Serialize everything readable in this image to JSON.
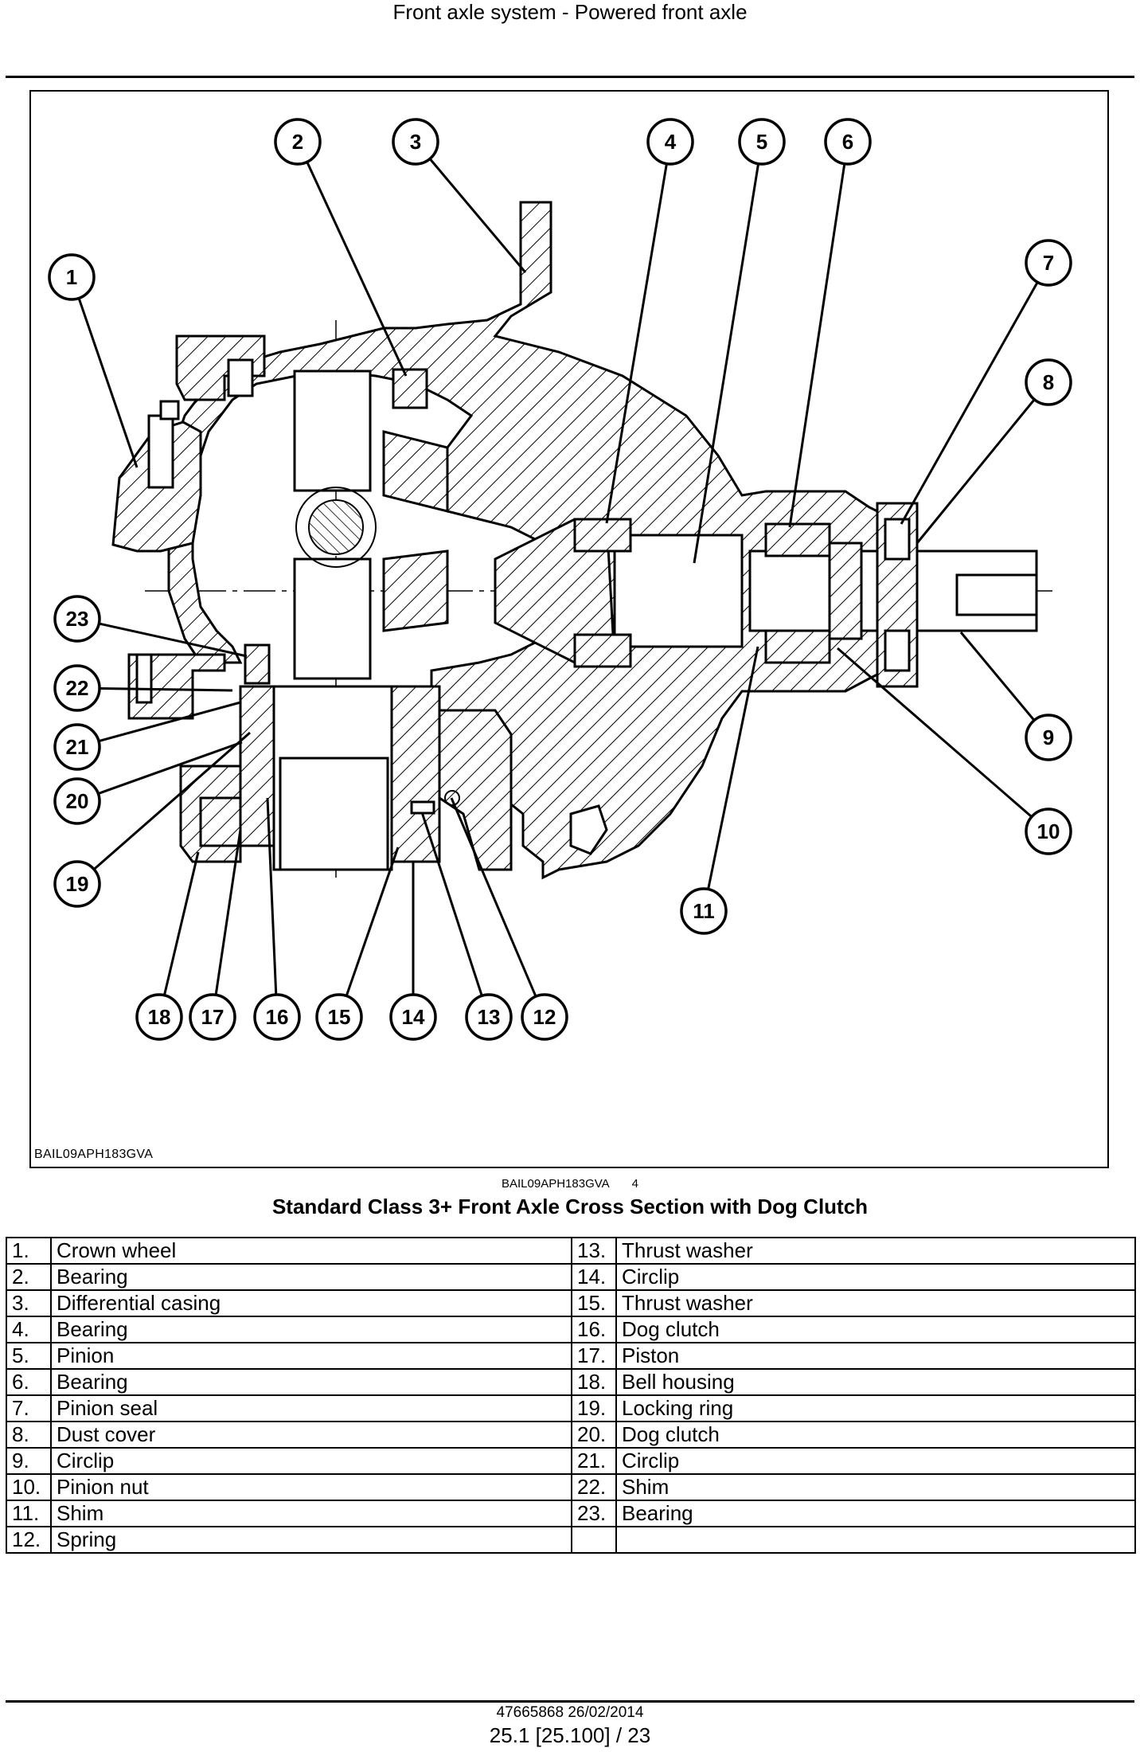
{
  "header": {
    "title": "Front axle system - Powered front axle"
  },
  "figure": {
    "frame_code": "BAIL09APH183GVA",
    "ref_code": "BAIL09APH183GVA",
    "ref_number": "4",
    "caption": "Standard Class 3+ Front Axle Cross Section with Dog Clutch",
    "callouts": [
      "1",
      "2",
      "3",
      "4",
      "5",
      "6",
      "7",
      "8",
      "9",
      "10",
      "11",
      "12",
      "13",
      "14",
      "15",
      "16",
      "17",
      "18",
      "19",
      "20",
      "21",
      "22",
      "23"
    ]
  },
  "parts": {
    "left": [
      {
        "num": "1.",
        "label": "Crown wheel"
      },
      {
        "num": "2.",
        "label": "Bearing"
      },
      {
        "num": "3.",
        "label": "Differential casing"
      },
      {
        "num": "4.",
        "label": "Bearing"
      },
      {
        "num": "5.",
        "label": "Pinion"
      },
      {
        "num": "6.",
        "label": "Bearing"
      },
      {
        "num": "7.",
        "label": "Pinion seal"
      },
      {
        "num": "8.",
        "label": "Dust cover"
      },
      {
        "num": "9.",
        "label": "Circlip"
      },
      {
        "num": "10.",
        "label": "Pinion nut"
      },
      {
        "num": "11.",
        "label": "Shim"
      },
      {
        "num": "12.",
        "label": "Spring"
      }
    ],
    "right": [
      {
        "num": "13.",
        "label": "Thrust washer"
      },
      {
        "num": "14.",
        "label": "Circlip"
      },
      {
        "num": "15.",
        "label": "Thrust washer"
      },
      {
        "num": "16.",
        "label": "Dog clutch"
      },
      {
        "num": "17.",
        "label": "Piston"
      },
      {
        "num": "18.",
        "label": "Bell housing"
      },
      {
        "num": "19.",
        "label": "Locking ring"
      },
      {
        "num": "20.",
        "label": "Dog clutch"
      },
      {
        "num": "21.",
        "label": "Circlip"
      },
      {
        "num": "22.",
        "label": "Shim"
      },
      {
        "num": "23.",
        "label": "Bearing"
      },
      {
        "num": "",
        "label": ""
      }
    ]
  },
  "footer": {
    "doc_id": "47665868 26/02/2014",
    "page_ref": "25.1 [25.100] / 23"
  }
}
